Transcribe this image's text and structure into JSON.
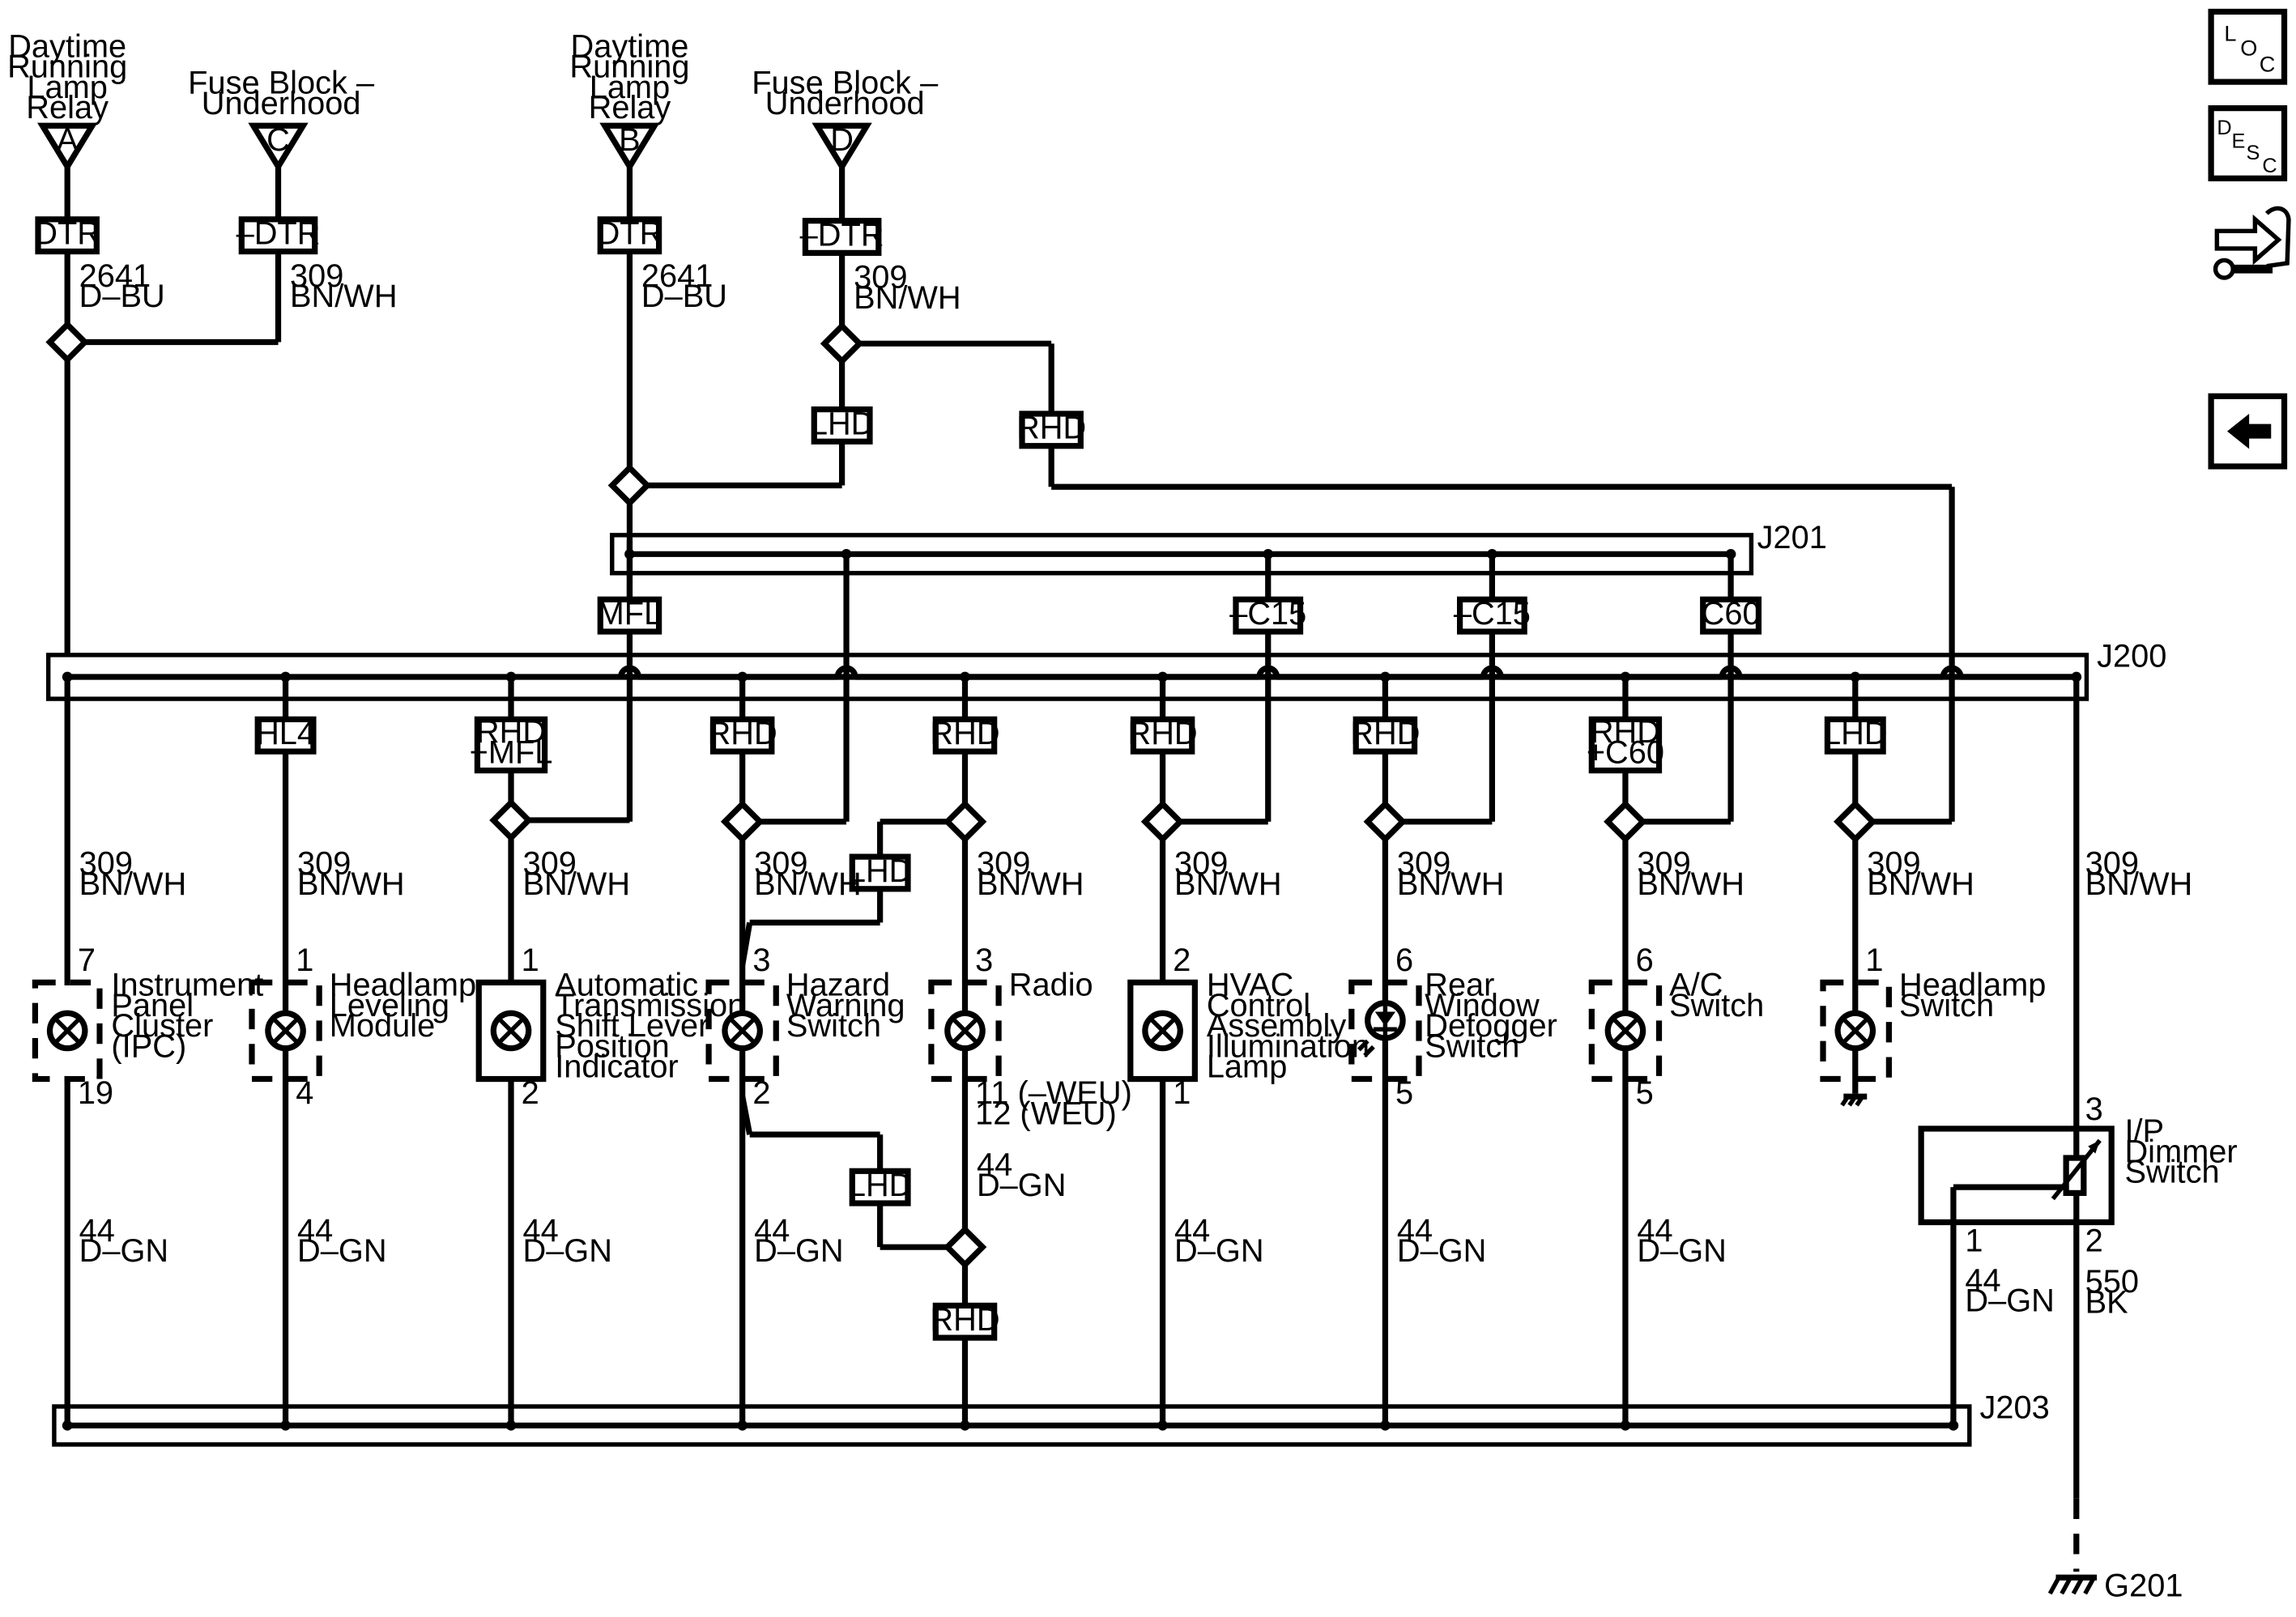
{
  "sources": [
    {
      "title": [
        "Daytime",
        "Running",
        "Lamp",
        "Relay"
      ],
      "pin": "A",
      "tag": "DTR",
      "wire": [
        "2641",
        "D–BU"
      ]
    },
    {
      "title": [
        "Fuse Block –",
        "Underhood"
      ],
      "pin": "C",
      "tag": "–DTR",
      "wire": [
        "309",
        "BN/WH"
      ]
    },
    {
      "title": [
        "Daytime",
        "Running",
        "Lamp",
        "Relay"
      ],
      "pin": "B",
      "tag": "DTR",
      "wire": [
        "2641",
        "D–BU"
      ]
    },
    {
      "title": [
        "Fuse Block –",
        "Underhood"
      ],
      "pin": "D",
      "tag": "–DTR",
      "wire": [
        "309",
        "BN/WH"
      ]
    }
  ],
  "tags": {
    "lhd": "LHD",
    "rhd": "RHD",
    "mfl": "MFL",
    "c15n": "–C15",
    "c60": "C60"
  },
  "splices": {
    "j201": "J201",
    "j200": "J200",
    "j203": "J203"
  },
  "branch_tags": [
    "HL4",
    "RHD\n+MFL",
    "RHD",
    "RHD",
    "RHD",
    "RHD",
    "RHD\n+C60",
    "LHD"
  ],
  "wire_309": [
    "309",
    "BN/WH"
  ],
  "wire_44": [
    "44",
    "D–GN"
  ],
  "loads": [
    {
      "name": [
        "Instrument",
        "Panel",
        "Cluster",
        "(IPC)"
      ],
      "pin_top": "7",
      "pin_bottom": "19"
    },
    {
      "name": [
        "Headlamp",
        "Leveling",
        "Module"
      ],
      "pin_top": "1",
      "pin_bottom": "4"
    },
    {
      "name": [
        "Automatic",
        "Transmission",
        "Shift Lever",
        "Position",
        "Indicator"
      ],
      "pin_top": "1",
      "pin_bottom": "2"
    },
    {
      "name": [
        "Hazard",
        "Warning",
        "Switch"
      ],
      "pin_top": "3",
      "pin_bottom": "2"
    },
    {
      "name": [
        "Radio"
      ],
      "pin_top": "3",
      "pin_bottom": [
        "11 (–WEU)",
        "12 (WEU)"
      ]
    },
    {
      "name": [
        "HVAC",
        "Control",
        "Assembly",
        "Illumination",
        "Lamp"
      ],
      "pin_top": "2",
      "pin_bottom": "1"
    },
    {
      "name": [
        "Rear",
        "Window",
        "Defogger",
        "Switch"
      ],
      "pin_top": "6",
      "pin_bottom": "5"
    },
    {
      "name": [
        "A/C",
        "Switch"
      ],
      "pin_top": "6",
      "pin_bottom": "5"
    },
    {
      "name": [
        "Headlamp",
        "Switch"
      ],
      "pin_top": "1",
      "pin_bottom": ""
    }
  ],
  "dimmer": {
    "name": [
      "I/P",
      "Dimmer",
      "Switch"
    ],
    "pin_in": "3",
    "pin_out1": "1",
    "pin_out2": "2"
  },
  "ground_wire": [
    "550",
    "BK"
  ],
  "ground": "G201",
  "nav": {
    "loc": [
      "L",
      "O",
      "C"
    ],
    "desc": [
      "D",
      "E",
      "S",
      "C"
    ]
  }
}
